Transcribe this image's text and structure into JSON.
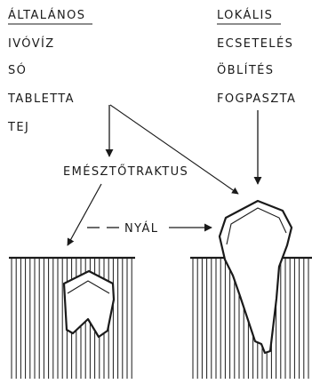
{
  "systemic": {
    "heading": "ÁLTALÁNOS",
    "items": [
      "IVÓVÍZ",
      "SÓ",
      "TABLETTA",
      "TEJ"
    ]
  },
  "local": {
    "heading": "LOKÁLIS",
    "items": [
      "ECSETELÉS",
      "ÖBLÍTÉS",
      "FOGPASZTA"
    ]
  },
  "digestive_tract": "EMÉSZTŐTRAKTUS",
  "saliva": "NYÁL",
  "colors": {
    "ink": "#1a1a1a",
    "paper": "#ffffff"
  }
}
